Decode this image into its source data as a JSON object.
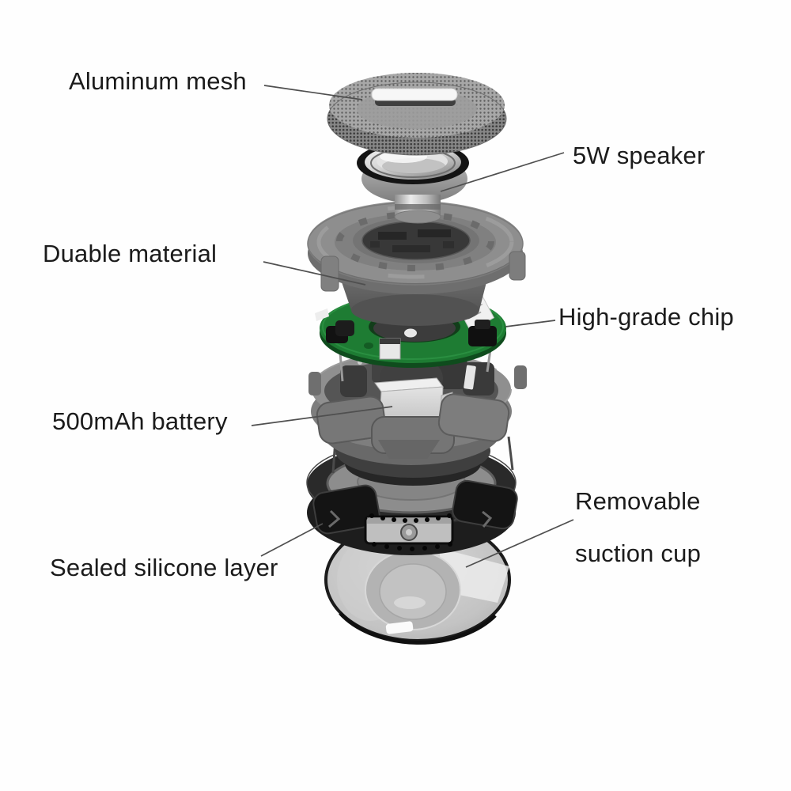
{
  "diagram": {
    "labels": {
      "aluminum_mesh": "Aluminum mesh",
      "speaker": "5W speaker",
      "duable_material": "Duable material",
      "high_grade_chip": "High-grade chip",
      "battery": "500mAh battery",
      "silicone": "Sealed silicone layer",
      "suction_line1": "Removable",
      "suction_line2": "suction cup"
    },
    "colors": {
      "text": "#1b1b1b",
      "leader_line": "#4f4f4f",
      "pcb_green": "#1e7c33",
      "metal_gray": "#8e8e8e",
      "mesh_gray": "#a5a5a5",
      "silicone_black": "#1f1f1f",
      "suction_gray": "#c9c9c9"
    }
  }
}
